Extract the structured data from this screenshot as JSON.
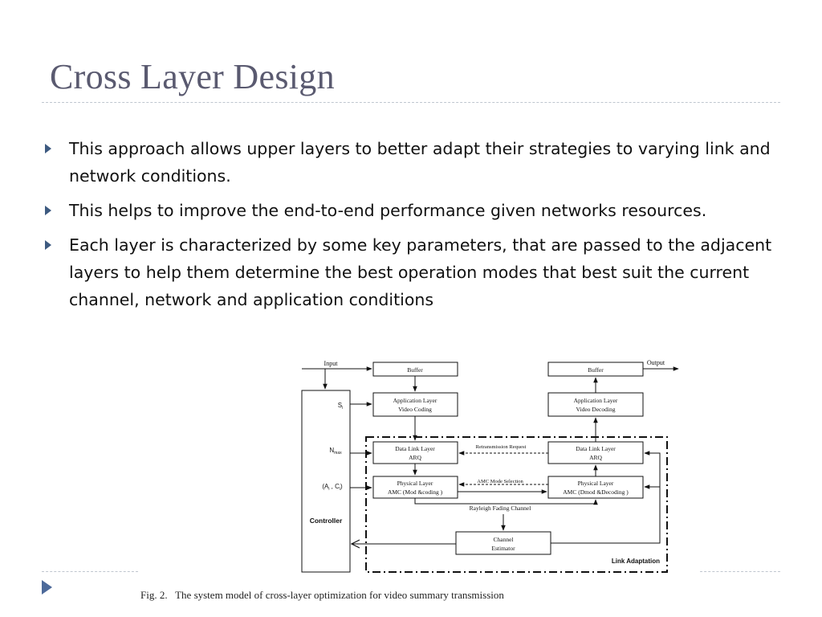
{
  "slide": {
    "title": "Cross Layer Design",
    "bullets": [
      "This approach allows upper layers to better adapt their strategies to varying link and network conditions.",
      "This helps to improve the end-to-end performance given networks resources.",
      "Each layer is characterized by some key parameters, that are passed to  the adjacent layers to help them determine the best operation modes that best suit the current channel, network and application conditions"
    ]
  },
  "figure": {
    "input_label": "Input",
    "output_label": "Output",
    "tx_buffer": "Buffer",
    "rx_buffer": "Buffer",
    "tx_app": [
      "Application Layer",
      "Video Coding"
    ],
    "rx_app": [
      "Application Layer",
      "Video Decoding"
    ],
    "tx_dll": [
      "Data Link Layer",
      "ARQ"
    ],
    "rx_dll": [
      "Data Link Layer",
      "ARQ"
    ],
    "tx_phy": [
      "Physical Layer",
      "AMC (Mod &coding )"
    ],
    "rx_phy": [
      "Physical Layer",
      "AMC (Dmod &Decoding )"
    ],
    "channel_estimator": [
      "Channel",
      "Estimator"
    ],
    "retransmission_label": "Retransmission Request",
    "amc_label": "AMC Mode Selection",
    "rayleigh_label": "Rayleigh Fading Channel",
    "link_adaptation_label": "Link Adaptation",
    "controller_label": "Controller",
    "param_s": "S",
    "param_s_sub": "i",
    "param_n": "N",
    "param_n_sub": "max",
    "param_ac": "(A",
    "param_ac_sub1": "i",
    "param_ac_mid": " , C",
    "param_ac_sub2": "i",
    "param_ac_end": ")",
    "caption": "Fig. 2.   The system model of cross-layer optimization for video summary transmission"
  }
}
